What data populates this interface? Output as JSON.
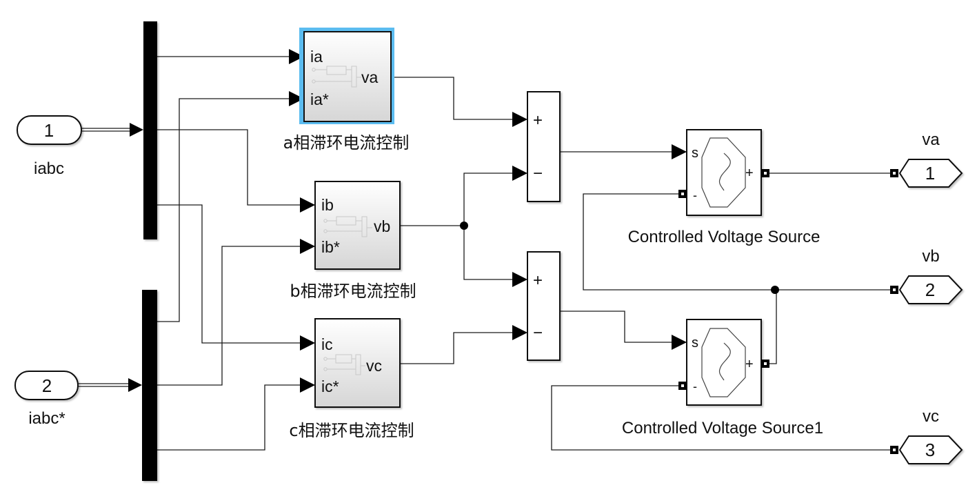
{
  "diagram": {
    "inports": [
      {
        "number": "1",
        "label": "iabc"
      },
      {
        "number": "2",
        "label": "iabc*"
      }
    ],
    "controllers": [
      {
        "name": "a相滞环电流控制",
        "in1": "ia",
        "in2": "ia*",
        "out": "va",
        "selected": true
      },
      {
        "name": "b相滞环电流控制",
        "in1": "ib",
        "in2": "ib*",
        "out": "vb",
        "selected": false
      },
      {
        "name": "c相滞环电流控制",
        "in1": "ic",
        "in2": "ic*",
        "out": "vc",
        "selected": false
      }
    ],
    "sums": [
      {
        "plus": "+",
        "minus": "−"
      },
      {
        "plus": "+",
        "minus": "−"
      }
    ],
    "sources": [
      {
        "name": "Controlled Voltage Source",
        "s_port": "s",
        "plus": "+",
        "minus": "-"
      },
      {
        "name": "Controlled Voltage Source1",
        "s_port": "s",
        "plus": "+",
        "minus": "-"
      }
    ],
    "outports": [
      {
        "number": "1",
        "label": "va"
      },
      {
        "number": "2",
        "label": "vb"
      },
      {
        "number": "3",
        "label": "vc"
      }
    ],
    "colors": {
      "selection": "#5bbcf0",
      "line": "#1a1a1a",
      "block_gradient_top": "#ffffff",
      "block_gradient_bottom": "#d9d9d9"
    }
  }
}
